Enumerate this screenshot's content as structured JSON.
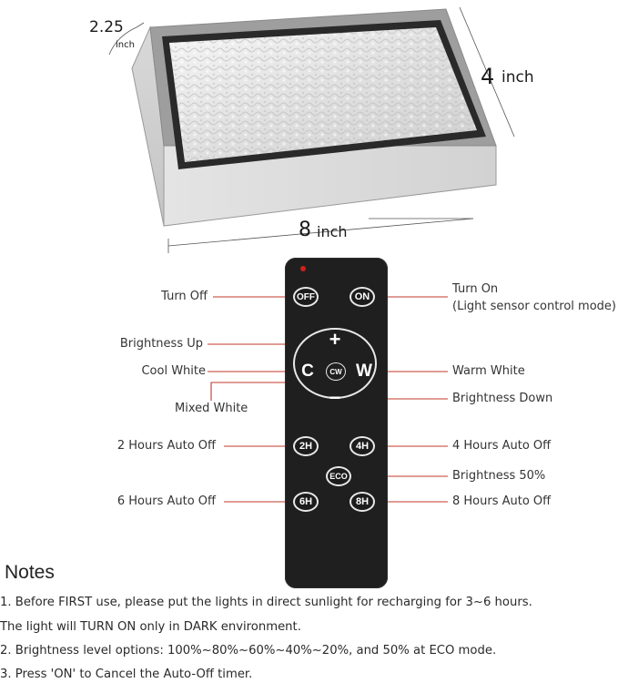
{
  "dimensions": {
    "depth_value": "2.25",
    "depth_unit": "inch",
    "width_value": "4",
    "width_unit": "inch",
    "length_value": "8",
    "length_unit": "inch"
  },
  "remote": {
    "buttons": {
      "off": "OFF",
      "on": "ON",
      "plus": "+",
      "cool": "C",
      "cw": "CW",
      "warm": "W",
      "minus": "−",
      "h2": "2H",
      "h4": "4H",
      "eco": "ECO",
      "h6": "6H",
      "h8": "8H"
    },
    "callouts": {
      "turn_off": "Turn Off",
      "turn_on": "Turn On",
      "turn_on_note": "(Light sensor control mode)",
      "brightness_up": "Brightness Up",
      "cool_white": "Cool White",
      "warm_white": "Warm White",
      "mixed_white": "Mixed White",
      "brightness_down": "Brightness Down",
      "two_hours": "2 Hours Auto Off",
      "four_hours": "4 Hours Auto Off",
      "brightness_50": "Brightness 50%",
      "six_hours": "6 Hours Auto Off",
      "eight_hours": "8 Hours Auto Off"
    }
  },
  "notes": {
    "title": "Notes",
    "lines": [
      "1. Before FIRST use, please put the lights in direct sunlight for recharging for 3~6 hours.",
      "The light will TURN ON only in DARK environment.",
      "2. Brightness level options: 100%~80%~60%~40%~20%, and 50% at ECO mode.",
      "3. Press 'ON' to Cancel the Auto-Off timer."
    ]
  },
  "colors": {
    "callout_line": "#c0392b",
    "remote_body": "#1f1f1f",
    "led": "#d0201a"
  }
}
